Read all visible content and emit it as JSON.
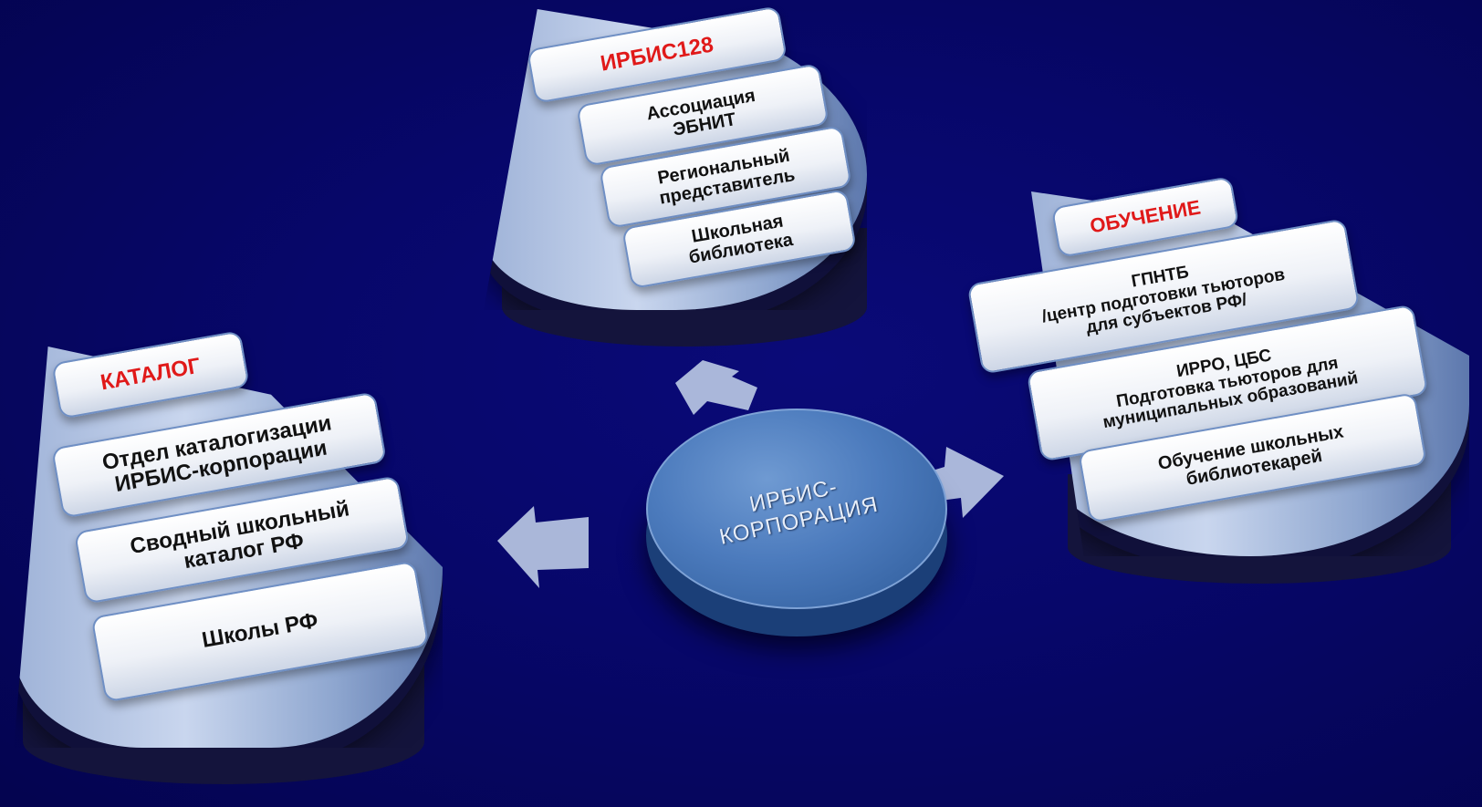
{
  "center": {
    "label": "ИРБИС-\nКОРПОРАЦИЯ"
  },
  "top_group": {
    "title": "ИРБИС128",
    "items": [
      "Ассоциация\nЭБНИТ",
      "Региональный\nпредставитель",
      "Школьная\nбиблиотека"
    ]
  },
  "left_group": {
    "title": "КАТАЛОГ",
    "items": [
      "Отдел каталогизации\nИРБИС-корпорации",
      "Сводный школьный\nкаталог РФ",
      "Школы РФ"
    ]
  },
  "right_group": {
    "title": "ОБУЧЕНИЕ",
    "items": [
      "ГПНТБ\n/центр подготовки тьюторов\nдля субъектов РФ/",
      "ИРРО, ЦБС\nПодготовка тьюторов для\nмуниципальных образований",
      "Обучение школьных\nбиблиотекарей"
    ]
  },
  "colors": {
    "background": "#07076a",
    "title": "#e01919",
    "fan": "#c9d6ee",
    "disc": "#4c7bbd"
  }
}
